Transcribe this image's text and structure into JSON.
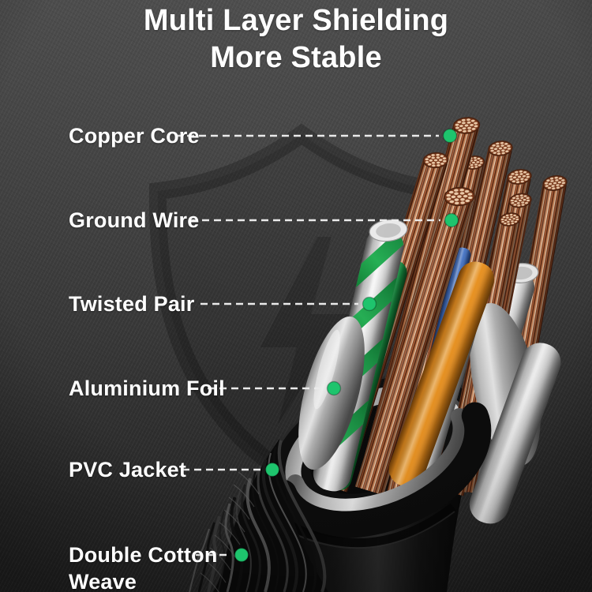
{
  "title": {
    "line1": "Multi Layer Shielding",
    "line2": "More Stable"
  },
  "callouts": [
    {
      "id": "copper-core",
      "label": "Copper Core"
    },
    {
      "id": "ground-wire",
      "label": "Ground Wire"
    },
    {
      "id": "twisted-pair",
      "label": "Twisted Pair"
    },
    {
      "id": "aluminium-foil",
      "label": "Aluminium Foil"
    },
    {
      "id": "pvc-jacket",
      "label": "PVC Jacket"
    },
    {
      "id": "double-cotton-weave",
      "label": "Double Cotton Weave"
    }
  ],
  "colors": {
    "accent_green": "#1EC46D",
    "leader_dash": "#EAEAEA",
    "text": "#FFFFFF",
    "background": "#3E3E3E",
    "copper": "#B4663A",
    "aluminium_foil": "#C9C9C9",
    "pvc_jacket": "#111111",
    "wire_green": "#23A052",
    "wire_orange": "#F49A2A",
    "wire_blue": "#4A77CC"
  }
}
